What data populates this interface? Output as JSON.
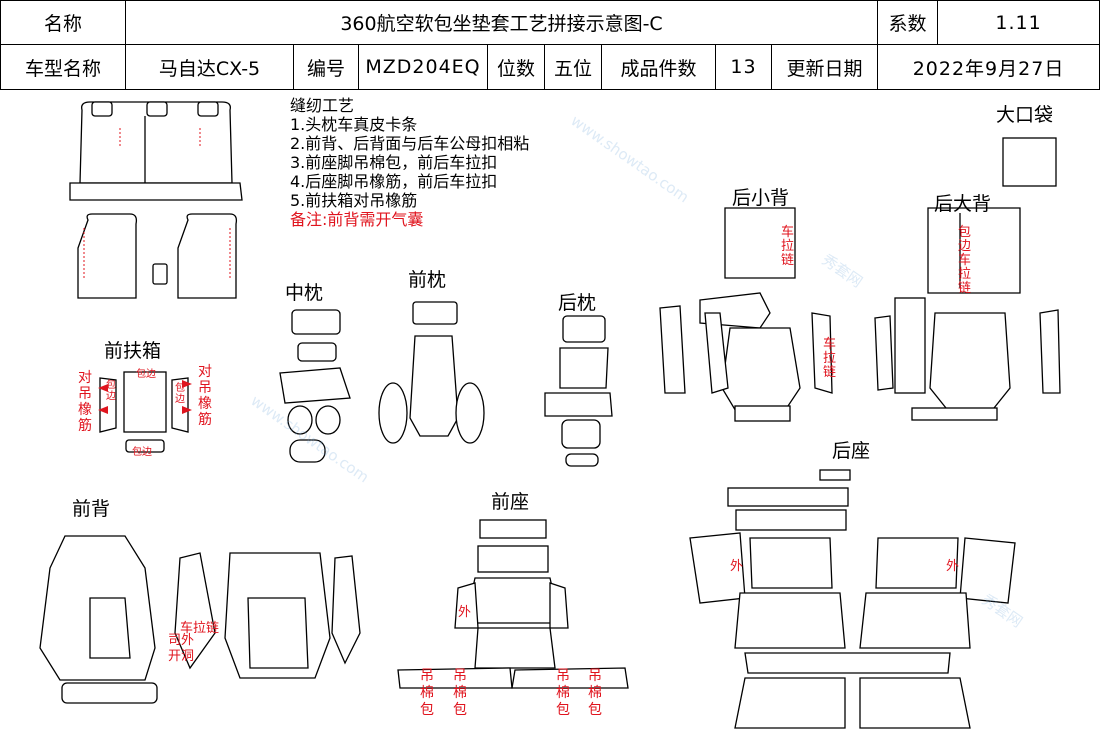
{
  "header": {
    "row1": {
      "name_label": "名称",
      "title": "360航空软包坐垫套工艺拼接示意图-C",
      "coef_label": "系数",
      "coef_value": "1.11"
    },
    "row2": {
      "model_label": "车型名称",
      "model_value": "马自达CX-5",
      "code_label": "编号",
      "code_value": "MZD204EQ",
      "seats_label": "位数",
      "seats_value": "五位",
      "pieces_label": "成品件数",
      "pieces_value": "13",
      "update_label": "更新日期",
      "update_value": "2022年9月27日"
    }
  },
  "notes": {
    "title": "缝纫工艺",
    "items": [
      "1.头枕车真皮卡条",
      "2.前背、后背面与后车公母扣相粘",
      "3.前座脚吊棉包，前后车拉扣",
      "4.后座脚吊橡筋，前后车拉扣",
      "5.前扶箱对吊橡筋"
    ],
    "remark": "备注:前背需开气囊"
  },
  "sections": {
    "big_pocket": "大口袋",
    "rear_small_back": "后小背",
    "rear_big_back": "后大背",
    "middle_pillow": "中枕",
    "front_pillow": "前枕",
    "rear_pillow": "后枕",
    "front_armrest": "前扶箱",
    "front_back": "前背",
    "front_seat": "前座",
    "rear_seat": "后座"
  },
  "annotations": {
    "rear_small_back_zip": "车拉链",
    "rear_big_back_zip": "包边车拉链",
    "rear_seat_zip": "车拉链",
    "armrest_left": "对吊橡筋",
    "armrest_right": "对吊橡筋",
    "armrest_edge_top": "包边",
    "armrest_edge_left": "包边",
    "armrest_edge_right": "包边",
    "armrest_edge_bottom": "包边",
    "front_back_zip": "车拉链",
    "front_back_hole_1": "司外",
    "front_back_hole_2": "开洞",
    "front_seat_outer": "外",
    "rear_seat_outer_left": "外",
    "rear_seat_outer_right": "外",
    "cotton_1": "吊棉包",
    "cotton_2": "吊棉包",
    "cotton_3": "吊棉包",
    "cotton_4": "吊棉包"
  },
  "watermark": {
    "text_url": "www.showtao.com",
    "text_cn": "秀套网"
  }
}
